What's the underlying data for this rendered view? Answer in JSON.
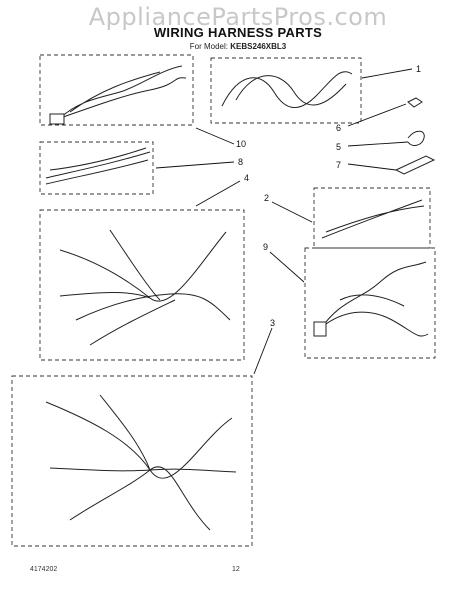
{
  "watermark": "AppliancePartsPros.com",
  "header": {
    "title": "WIRING HARNESS PARTS",
    "model_prefix": "For Model:",
    "model_number": "KEBS246XBL3"
  },
  "callouts": [
    "1",
    "2",
    "3",
    "4",
    "5",
    "6",
    "7",
    "8",
    "9",
    "10"
  ],
  "footer": {
    "part_number": "4174202",
    "page_number": "12"
  }
}
